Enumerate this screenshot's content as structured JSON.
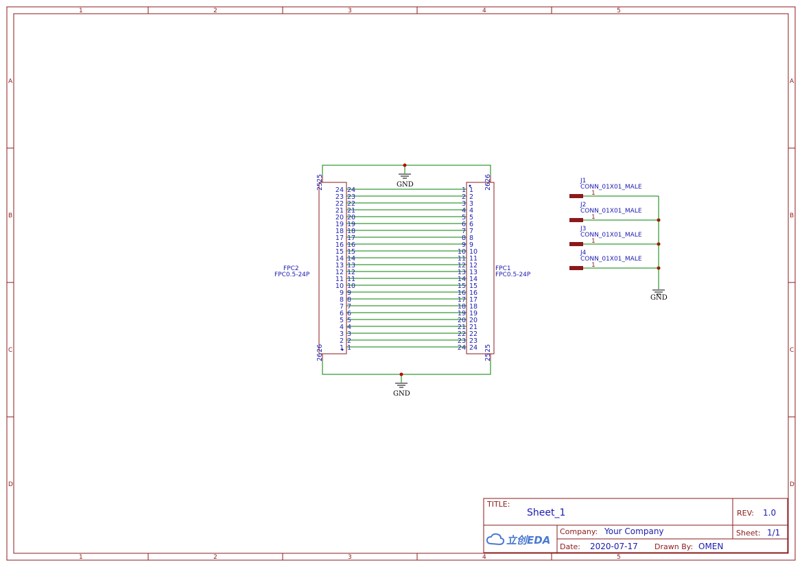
{
  "frame": {
    "columns": [
      "1",
      "2",
      "3",
      "4",
      "5"
    ],
    "rows": [
      "A",
      "B",
      "C",
      "D"
    ],
    "color": "#8b1a1a"
  },
  "schematic": {
    "wire_color": "#008000",
    "text_color": "#1a1ab0",
    "fpc2": {
      "ref": "FPC2",
      "value": "FPC0.5-24P"
    },
    "fpc1": {
      "ref": "FPC1",
      "value": "FPC0.5-24P"
    },
    "gnd_top": "GND",
    "gnd_bottom": "GND",
    "gnd_right": "GND",
    "mount_pins": {
      "p25": "25",
      "p26": "26"
    },
    "connectors": [
      {
        "ref": "J1",
        "value": "CONN_01X01_MALE",
        "pin": "1"
      },
      {
        "ref": "J2",
        "value": "CONN_01X01_MALE",
        "pin": "1"
      },
      {
        "ref": "J3",
        "value": "CONN_01X01_MALE",
        "pin": "1"
      },
      {
        "ref": "J4",
        "value": "CONN_01X01_MALE",
        "pin": "1"
      }
    ]
  },
  "title_block": {
    "title_label": "TITLE:",
    "title": "Sheet_1",
    "rev_label": "REV:",
    "rev": "1.0",
    "company_label": "Company:",
    "company": "Your Company",
    "sheet_label": "Sheet:",
    "sheet": "1/1",
    "date_label": "Date:",
    "date": "2020-07-17",
    "drawn_label": "Drawn By:",
    "drawn": "OMEN",
    "logo": "立创EDA"
  }
}
